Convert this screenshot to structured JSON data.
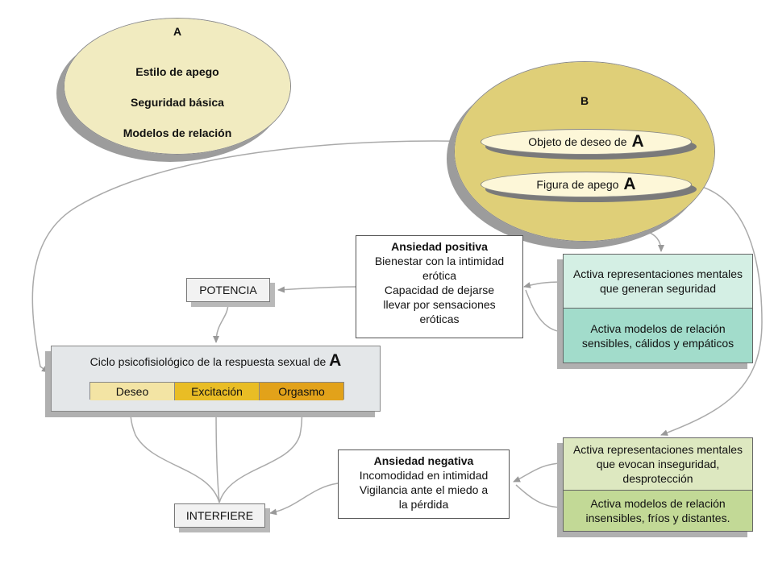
{
  "ellipse_a": {
    "letter": "A",
    "lines": [
      "Estilo de apego",
      "Seguridad básica",
      "Modelos de relación"
    ],
    "color": "#f1ebc0"
  },
  "ellipse_b": {
    "letter": "B",
    "color": "#dfcf78",
    "pill1": {
      "text": "Objeto de deseo de",
      "letter": "A"
    },
    "pill2": {
      "text": "Figura de apego",
      "letter": "A"
    }
  },
  "ansiedad_positiva": {
    "title": "Ansiedad positiva",
    "lines": [
      "Bienestar con la intimidad",
      "erótica",
      "Capacidad de dejarse",
      "llevar por sensaciones",
      "eróticas"
    ]
  },
  "potencia": "POTENCIA",
  "interfiere": "INTERFIERE",
  "ciclo": {
    "title": "Ciclo psicofisiológico de la respuesta sexual de",
    "letter": "A",
    "phases": [
      {
        "label": "Deseo",
        "color": "#f3e4a4"
      },
      {
        "label": "Excitación",
        "color": "#e9bd25"
      },
      {
        "label": "Orgasmo",
        "color": "#e2a21a"
      }
    ]
  },
  "activa_segura": {
    "top": "Activa representaciones mentales que generan seguridad",
    "bottom": "Activa modelos de relación sensibles, cálidos y empáticos",
    "top_color": "#d4efe4",
    "bottom_color": "#a2dccb"
  },
  "ansiedad_negativa": {
    "title": "Ansiedad negativa",
    "lines": [
      "Incomodidad en intimidad",
      "Vigilancia ante el miedo a",
      "la pérdida"
    ]
  },
  "activa_insegura": {
    "top": "Activa representaciones mentales que evocan inseguridad, desprotección",
    "bottom": "Activa modelos de relación insensibles, fríos y distantes.",
    "top_color": "#dde8c0",
    "bottom_color": "#c2d996"
  }
}
